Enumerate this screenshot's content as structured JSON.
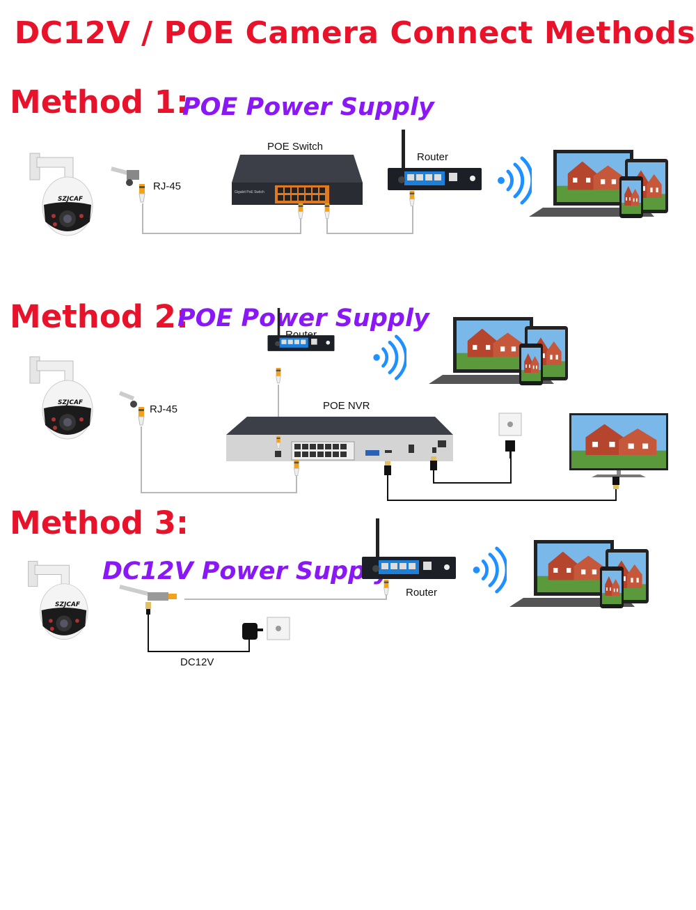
{
  "title": "DC12V / POE Camera Connect Methods",
  "camera_brand": "SZJCAF",
  "switch_brand": "Gigabit PoE Switch",
  "colors": {
    "title": "#e8132b",
    "subtitle": "#8a17f5",
    "wifi": "#1e90ff",
    "ethernet": "#b8b8b8",
    "power": "#111111"
  },
  "methods": [
    {
      "label": "Method 1:",
      "subtitle": "POE Power Supply",
      "labels": {
        "rj45": "RJ-45",
        "switch": "POE Switch",
        "router": "Router"
      }
    },
    {
      "label": "Method 2:",
      "subtitle": "POE Power Supply",
      "labels": {
        "router": "Router",
        "rj45": "RJ-45",
        "nvr": "POE NVR"
      }
    },
    {
      "label": "Method 3:",
      "subtitle": "DC12V  Power Supply",
      "labels": {
        "router": "Router",
        "dc": "DC12V"
      }
    }
  ]
}
